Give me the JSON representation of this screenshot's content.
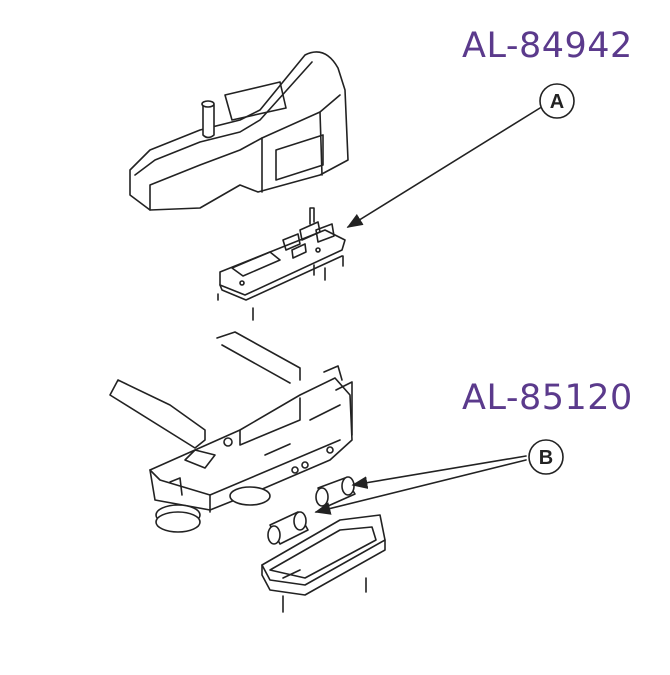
{
  "colors": {
    "part_number": "#5b3a8c",
    "line": "#222222"
  },
  "part_numbers": {
    "top": "AL-84942",
    "bottom": "AL-85120"
  },
  "callouts": {
    "a": "A",
    "b": "B"
  }
}
